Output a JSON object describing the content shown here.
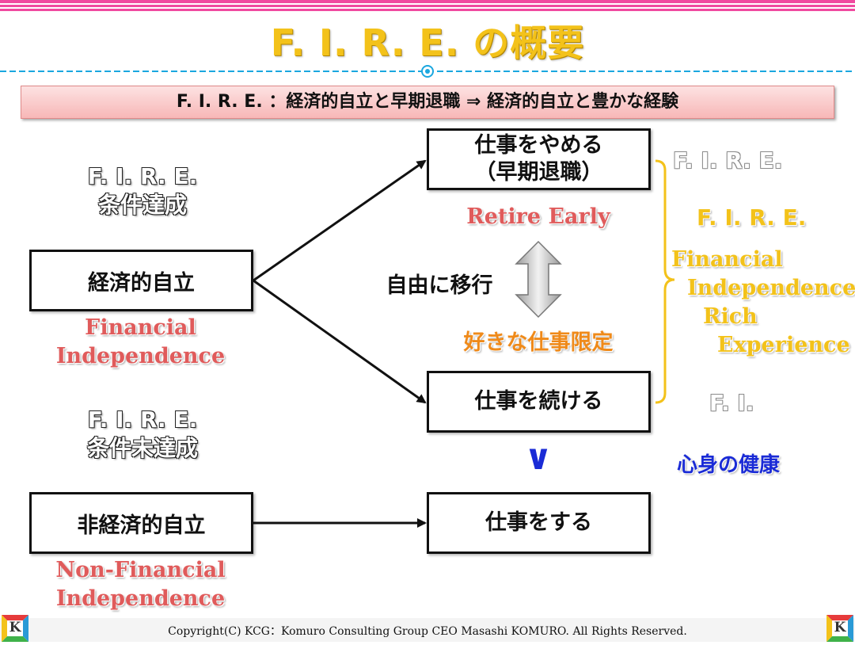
{
  "title": "F. I. R. E. の概要",
  "banner": "F. I. R. E. ：経済的自立と早期退職 ⇒ 経済的自立と豊かな経験",
  "left": {
    "achieved_heading_1": "F. I. R. E.",
    "achieved_heading_2": "条件達成",
    "financial_box": "経済的自立",
    "financial_en_1": "Financial",
    "financial_en_2": "Independence",
    "unachieved_heading_1": "F. I. R. E.",
    "unachieved_heading_2": "条件未達成",
    "nonfinancial_box": "非経済的自立",
    "nonfinancial_en_1": "Non-Financial",
    "nonfinancial_en_2": "Independence"
  },
  "center": {
    "quit_box_1": "仕事をやめる",
    "quit_box_2": "（早期退職）",
    "retire_early": "Retire Early",
    "transition": "自由に移行",
    "favorite_work": "好きな仕事限定",
    "continue_box": "仕事を続ける",
    "comparison_symbol": "∨",
    "work_box": "仕事をする"
  },
  "right": {
    "fire_old": "F. I. R. E.",
    "fire_new": "F. I. R. E.",
    "line_1": "Financial",
    "line_2": "Independence",
    "line_3": "Rich",
    "line_4": "Experience",
    "fi": "F. I.",
    "health": "心身の健康"
  },
  "footer": "Copyright(C)  KCG：Komuro Consulting Group  CEO Masashi KOMURO. All Rights Reserved.",
  "logo_letter": "K",
  "colors": {
    "title": "#f3c21a",
    "banner": "#f7b7b7",
    "red_text": "#e05b5b",
    "orange_text": "#ef8a1a",
    "blue_text": "#1a2bd6",
    "yellow_text": "#f3c21a"
  }
}
